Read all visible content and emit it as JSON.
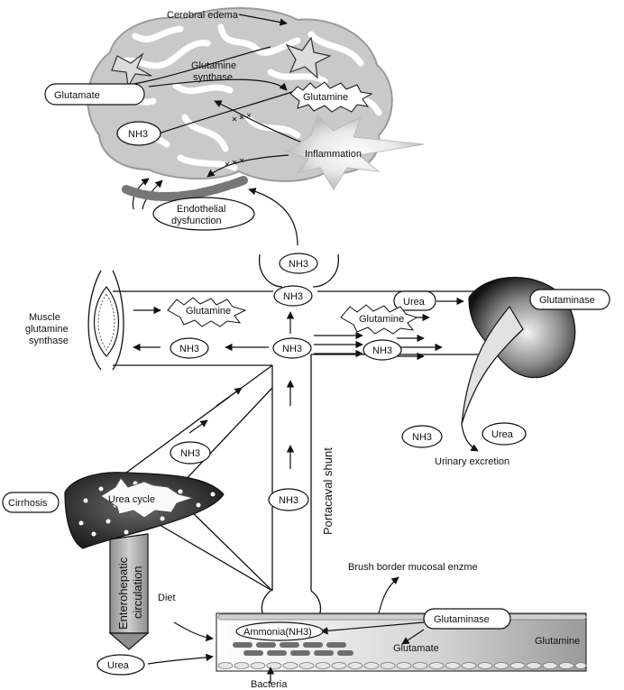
{
  "brain": {
    "cerebral_edema": "Cerebral edema",
    "glutamine_synthase": [
      "Glutamine",
      "synthase"
    ],
    "glutamate": "Glutamate",
    "glutamine": "Glutamine",
    "nh3": "NH3",
    "inflammation": "Inflammation",
    "endothelial": [
      "Endothelial",
      "dysfunction"
    ]
  },
  "circulation": {
    "nh3_top_cup": "NH3",
    "nh3_center": "NH3",
    "nh3_hub": "NH3",
    "nh3_diagonal": "NH3",
    "nh3_shunt": "NH3",
    "portacaval_shunt": "Portacaval shunt"
  },
  "muscle": {
    "label": [
      "Muscle",
      "glutamine",
      "synthase"
    ],
    "glutamine": "Glutamine",
    "nh3": "NH3"
  },
  "kidney": {
    "urea_in": "Urea",
    "glutamine": "Glutamine",
    "nh3_in": "NH3",
    "glutaminase": "Glutaminase",
    "nh3_out": "NH3",
    "urea_out": "Urea",
    "urinary_excretion": "Urinary excretion"
  },
  "liver": {
    "cirrhosis": "Cirrhosis",
    "urea_cycle": "Urea cycle",
    "enterohepatic": [
      "Enterohepatic",
      "circulation"
    ]
  },
  "gut": {
    "brush_border": "Brush border mucosal enzme",
    "diet": "Diet",
    "ammonia": "Ammonia(NH3)",
    "glutaminase": "Glutaminase",
    "glutamate": "Glutamate",
    "glutamine": "Glutamine",
    "urea": "Urea",
    "bacteria": "Bacteria"
  }
}
